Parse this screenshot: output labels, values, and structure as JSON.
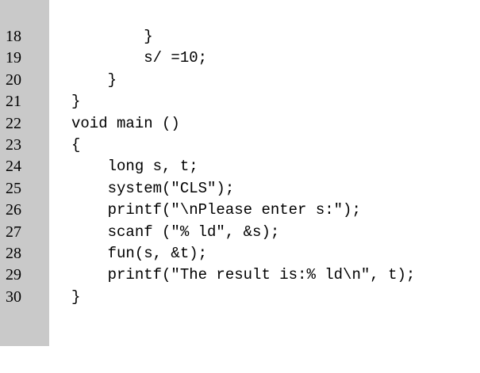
{
  "code_listing": {
    "lines": [
      {
        "number": "18",
        "text": "        }"
      },
      {
        "number": "19",
        "text": "        s/ =10;"
      },
      {
        "number": "20",
        "text": "    }"
      },
      {
        "number": "21",
        "text": "}"
      },
      {
        "number": "22",
        "text": "void main ()"
      },
      {
        "number": "23",
        "text": "{"
      },
      {
        "number": "24",
        "text": "    long s, t;"
      },
      {
        "number": "25",
        "text": "    system(\"CLS\");"
      },
      {
        "number": "26",
        "text": "    printf(\"\\nPlease enter s:\");"
      },
      {
        "number": "27",
        "text": "    scanf (\"% ld\", &s);"
      },
      {
        "number": "28",
        "text": "    fun(s, &t);"
      },
      {
        "number": "29",
        "text": "    printf(\"The result is:% ld\\n\", t);"
      },
      {
        "number": "30",
        "text": "}"
      }
    ]
  }
}
